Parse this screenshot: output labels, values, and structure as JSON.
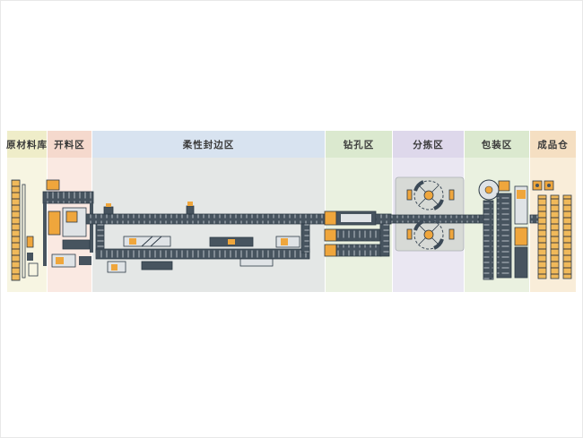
{
  "zones": [
    {
      "id": "raw-material-warehouse",
      "label": "原材料库",
      "header_bg": "#efedc9",
      "body_bg": "#f7f5e2"
    },
    {
      "id": "cutting-area",
      "label": "开料区",
      "header_bg": "#f5d9cd",
      "body_bg": "#fae9e2"
    },
    {
      "id": "edge-banding-area",
      "label": "柔性封边区",
      "header_bg": "#d8e3f0",
      "body_bg": "#e4e7e6"
    },
    {
      "id": "drilling-area",
      "label": "钻孔区",
      "header_bg": "#dbe9cf",
      "body_bg": "#eaf1e0"
    },
    {
      "id": "sorting-area",
      "label": "分拣区",
      "header_bg": "#ded8eb",
      "body_bg": "#eae7f2"
    },
    {
      "id": "packaging-area",
      "label": "包装区",
      "header_bg": "#dbe9cf",
      "body_bg": "#eaf1e0"
    },
    {
      "id": "finished-goods-warehouse",
      "label": "成品仓",
      "header_bg": "#f5dfc2",
      "body_bg": "#f9edd9"
    }
  ],
  "colors": {
    "machine_dark": "#47545f",
    "machine_outline": "#2e3a46",
    "machine_light": "#dfe3e6",
    "accent_orange": "#efa63c",
    "rack_orange": "#f0b95a"
  }
}
